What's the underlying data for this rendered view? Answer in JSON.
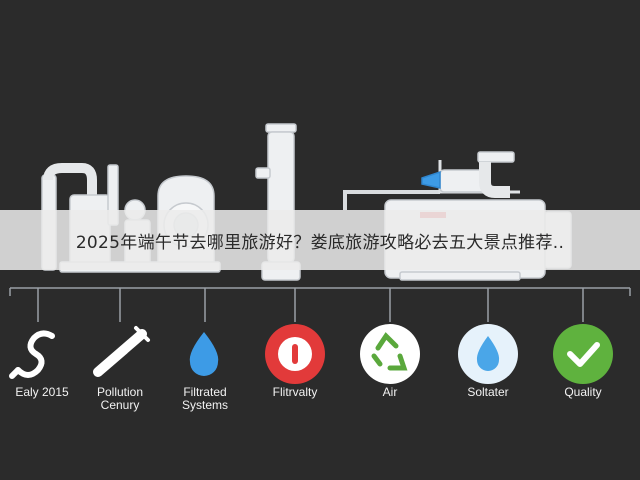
{
  "caption": "2025年端午节去哪里旅游好？娄底旅游攻略必去五大景点推荐..",
  "labels": [
    {
      "text": "Ealy 2015",
      "icon": "letter-s-icon",
      "color": "#ffffff"
    },
    {
      "text": "Pollution\nCenury",
      "icon": "pipe-icon",
      "color": "#ffffff"
    },
    {
      "text": "Filtrated\nSystems",
      "icon": "water-drop-icon",
      "color": "#3d9be6"
    },
    {
      "text": "Flitrvalty",
      "icon": "warning-icon",
      "color": "#e23a3a"
    },
    {
      "text": "Air",
      "icon": "recycle-icon",
      "color": "#5aa83c"
    },
    {
      "text": "Soltater",
      "icon": "water-drop-icon",
      "color": "#4aa6e8"
    },
    {
      "text": "Quality",
      "icon": "check-icon",
      "color": "#5fb23e"
    }
  ]
}
